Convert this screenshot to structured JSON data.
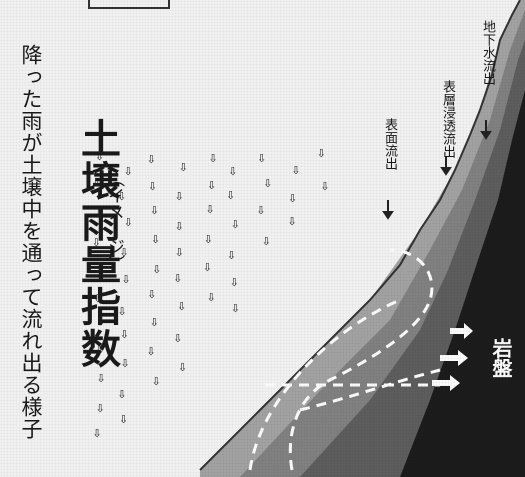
{
  "caption": "降った雨が土壌中を通って流れ出る様子",
  "subtitle": "（イメージ）",
  "title": "土壌雨量指数",
  "flows": {
    "surface": "表面流出",
    "subsurface": "表層浸透流出",
    "ground": "地下水流出"
  },
  "bedrock": "岩盤",
  "colors": {
    "bedrock": "#1c1c1c",
    "soil_top": "#9b9b9b",
    "soil_mid": "#7d7d7d",
    "soil_low": "#5a5a5a",
    "dash": "#ffffff"
  }
}
